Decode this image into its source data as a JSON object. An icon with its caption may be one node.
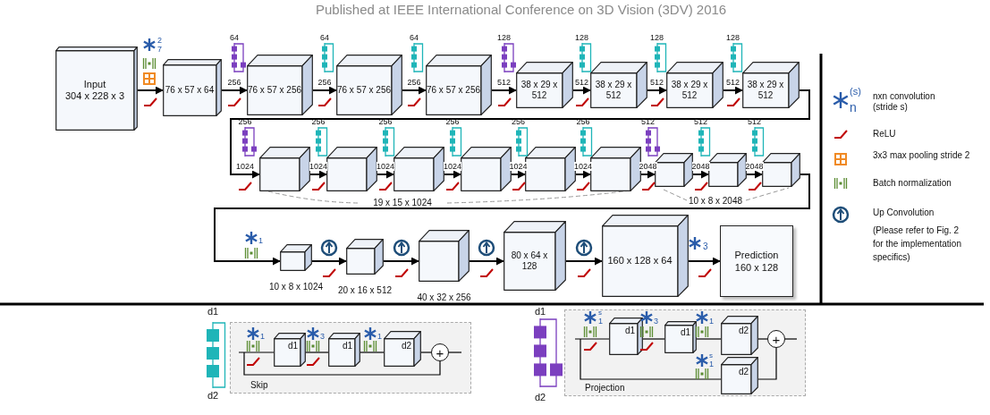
{
  "diagram": {
    "nodes": [
      {
        "text": [
          "Input",
          "304 x 228 x 3"
        ]
      },
      {
        "text": [
          "76 x 57 x 64"
        ]
      },
      {
        "text": [
          "76 x 57 x 256"
        ]
      },
      {
        "text": [
          "76 x 57 x 256"
        ]
      },
      {
        "text": [
          "76 x 57 x 256"
        ]
      },
      {
        "text": [
          "38 x 29 x 512"
        ]
      },
      {
        "text": [
          "38 x 29 x 512"
        ]
      },
      {
        "text": [
          "38 x 29 x 512"
        ]
      },
      {
        "text": [
          "38 x 29 x 512"
        ]
      },
      {
        "text": [],
        "shape": "cube"
      },
      {
        "text": [],
        "shape": "cube"
      },
      {
        "text": [],
        "shape": "cube"
      },
      {
        "text": [],
        "shape": "cube"
      },
      {
        "text": [],
        "shape": "cube"
      },
      {
        "text": [],
        "shape": "cube"
      },
      {
        "text": [],
        "shape": "cube"
      },
      {
        "text": [],
        "shape": "cube"
      },
      {
        "text": [],
        "shape": "cube"
      },
      {
        "text": [],
        "shape": "cube",
        "beside": [
          "10 x 8 x 1024"
        ]
      },
      {
        "text": [],
        "shape": "cube",
        "beside": [
          "20 x 16 x 512"
        ]
      },
      {
        "text": [],
        "shape": "cube",
        "beside": [
          "40 x 32 x 256"
        ]
      },
      {
        "text": [
          "80 x 64 x 128"
        ]
      },
      {
        "text": [
          "160 x 128 x 64"
        ]
      },
      {
        "text": [
          "Prediction",
          "160 x 128"
        ]
      },
      {
        "text": [
          "Skip"
        ]
      },
      {
        "text": [
          "d1"
        ],
        "in": 24
      },
      {
        "text": [
          "d1"
        ],
        "in": 24
      },
      {
        "text": [
          "d2"
        ],
        "in": 24
      },
      {
        "text": [
          "+"
        ],
        "in": 24
      },
      {
        "text": [
          "Projection"
        ]
      },
      {
        "text": [
          "d1"
        ],
        "in": 29
      },
      {
        "text": [
          "d1"
        ],
        "in": 29
      },
      {
        "text": [
          "d2"
        ],
        "in": 29
      },
      {
        "text": [
          "d2"
        ],
        "in": 29
      },
      {
        "text": [
          "+"
        ],
        "in": 29
      }
    ],
    "edges": [
      {
        "from": 0,
        "to": 1,
        "arrow": "to"
      },
      {
        "from": 1,
        "to": 2,
        "arrow": "to",
        "label": "256"
      },
      {
        "from": 2,
        "to": 3,
        "arrow": "to",
        "label": "256"
      },
      {
        "from": 3,
        "to": 4,
        "arrow": "to",
        "label": "256"
      },
      {
        "from": 4,
        "to": 5,
        "arrow": "to",
        "label": "512"
      },
      {
        "from": 5,
        "to": 6,
        "arrow": "to",
        "label": "512"
      },
      {
        "from": 6,
        "to": 7,
        "arrow": "to",
        "label": "512"
      },
      {
        "from": 7,
        "to": 8,
        "arrow": "to",
        "label": "512"
      },
      {
        "from": 8,
        "to": 9,
        "arrow": "to",
        "label": "1024"
      },
      {
        "from": 9,
        "to": 10,
        "arrow": "to",
        "label": "1024"
      },
      {
        "from": 10,
        "to": 11,
        "arrow": "to",
        "label": "1024"
      },
      {
        "from": 11,
        "to": 12,
        "arrow": "to",
        "label": "1024"
      },
      {
        "from": 12,
        "to": 13,
        "arrow": "to",
        "label": "1024"
      },
      {
        "from": 13,
        "to": 14,
        "arrow": "to",
        "label": "1024"
      },
      {
        "from": 14,
        "to": 15,
        "arrow": "to",
        "label": "2048"
      },
      {
        "from": 15,
        "to": 16,
        "arrow": "to",
        "label": "2048"
      },
      {
        "from": 16,
        "to": 17,
        "arrow": "to",
        "label": "2048"
      },
      {
        "from": 17,
        "to": 18,
        "arrow": "to"
      },
      {
        "from": 18,
        "to": 19,
        "arrow": "to"
      },
      {
        "from": 19,
        "to": 20,
        "arrow": "to"
      },
      {
        "from": 20,
        "to": 21,
        "arrow": "to"
      },
      {
        "from": 21,
        "to": 22,
        "arrow": "to"
      },
      {
        "from": 22,
        "to": 23,
        "arrow": "to"
      },
      {
        "from": null,
        "to": 25,
        "arrow": "none"
      },
      {
        "from": 25,
        "to": 26,
        "arrow": "none"
      },
      {
        "from": 26,
        "to": 27,
        "arrow": "none"
      },
      {
        "from": 27,
        "to": 28,
        "arrow": "none"
      },
      {
        "from": 28,
        "to": null,
        "arrow": "none"
      },
      {
        "from": null,
        "to": 28,
        "arrow": "none"
      },
      {
        "from": null,
        "to": 30,
        "arrow": "none"
      },
      {
        "from": 30,
        "to": 31,
        "arrow": "none"
      },
      {
        "from": 31,
        "to": 32,
        "arrow": "none"
      },
      {
        "from": 32,
        "to": 34,
        "arrow": "none"
      },
      {
        "from": 34,
        "to": null,
        "arrow": "none"
      },
      {
        "from": null,
        "to": 33,
        "arrow": "none"
      },
      {
        "from": 33,
        "to": 34,
        "arrow": "none"
      }
    ],
    "labels": [
      "Published at IEEE International Conference on 3D Vision (3DV) 2016",
      "2",
      "7",
      "64",
      "64",
      "64",
      "128",
      "128",
      "128",
      "128",
      "256",
      "256",
      "256",
      "256",
      "256",
      "256",
      "512",
      "512",
      "512",
      "19 x 15 x 1024",
      "10 x 8 x 2048",
      "1",
      "3",
      "(s)",
      "n",
      "d1",
      "d2",
      "1",
      "3",
      "1",
      "d1",
      "d2",
      "s",
      "1",
      "3",
      "1",
      "s",
      "1",
      "(Please refer to Fig. 2 for the implementation specifics)"
    ],
    "legend": [
      {
        "text": "nxn convolution (stride s)"
      },
      {
        "text": "ReLU"
      },
      {
        "text": "3x3 max pooling stride 2"
      },
      {
        "text": "Batch normalization"
      },
      {
        "text": "Up Convolution"
      }
    ]
  }
}
